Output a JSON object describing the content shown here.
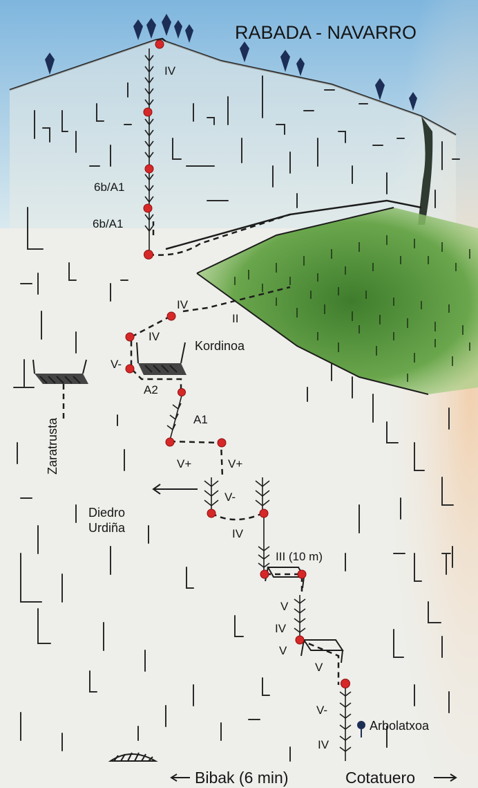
{
  "title": "RABADA - NAVARRO",
  "grades": {
    "g_top_1": "IV",
    "g_top_2": "6b/A1",
    "g_top_3": "6b/A1",
    "g_mid_1": "IV",
    "g_mid_2": "II",
    "g_mid_3": "IV",
    "g_mid_4": "V-",
    "g_a2": "A2",
    "g_a1": "A1",
    "g_vp1": "V+",
    "g_vp2": "V+",
    "g_vm1": "V-",
    "g_iv_low": "IV",
    "g_iii": "III (10 m)",
    "g_v1": "V",
    "g_iv2": "IV",
    "g_v2": "V",
    "g_v3": "V",
    "g_vm2": "V-",
    "g_iv_bottom": "IV"
  },
  "places": {
    "kordinoa": "Kordinoa",
    "zaratrusta": "Zaratrusta",
    "diedro_1": "Diedro",
    "diedro_2": "Urdiña",
    "arbolatxoa": "Arbolatxoa"
  },
  "footer": {
    "bibak": "Bibak (6 min)",
    "cotatuero": "Cotatuero"
  },
  "colors": {
    "belay": "#d62828",
    "sky": "#8fc0df",
    "forest": "#5f9a43",
    "ink": "#1d1d1d"
  }
}
